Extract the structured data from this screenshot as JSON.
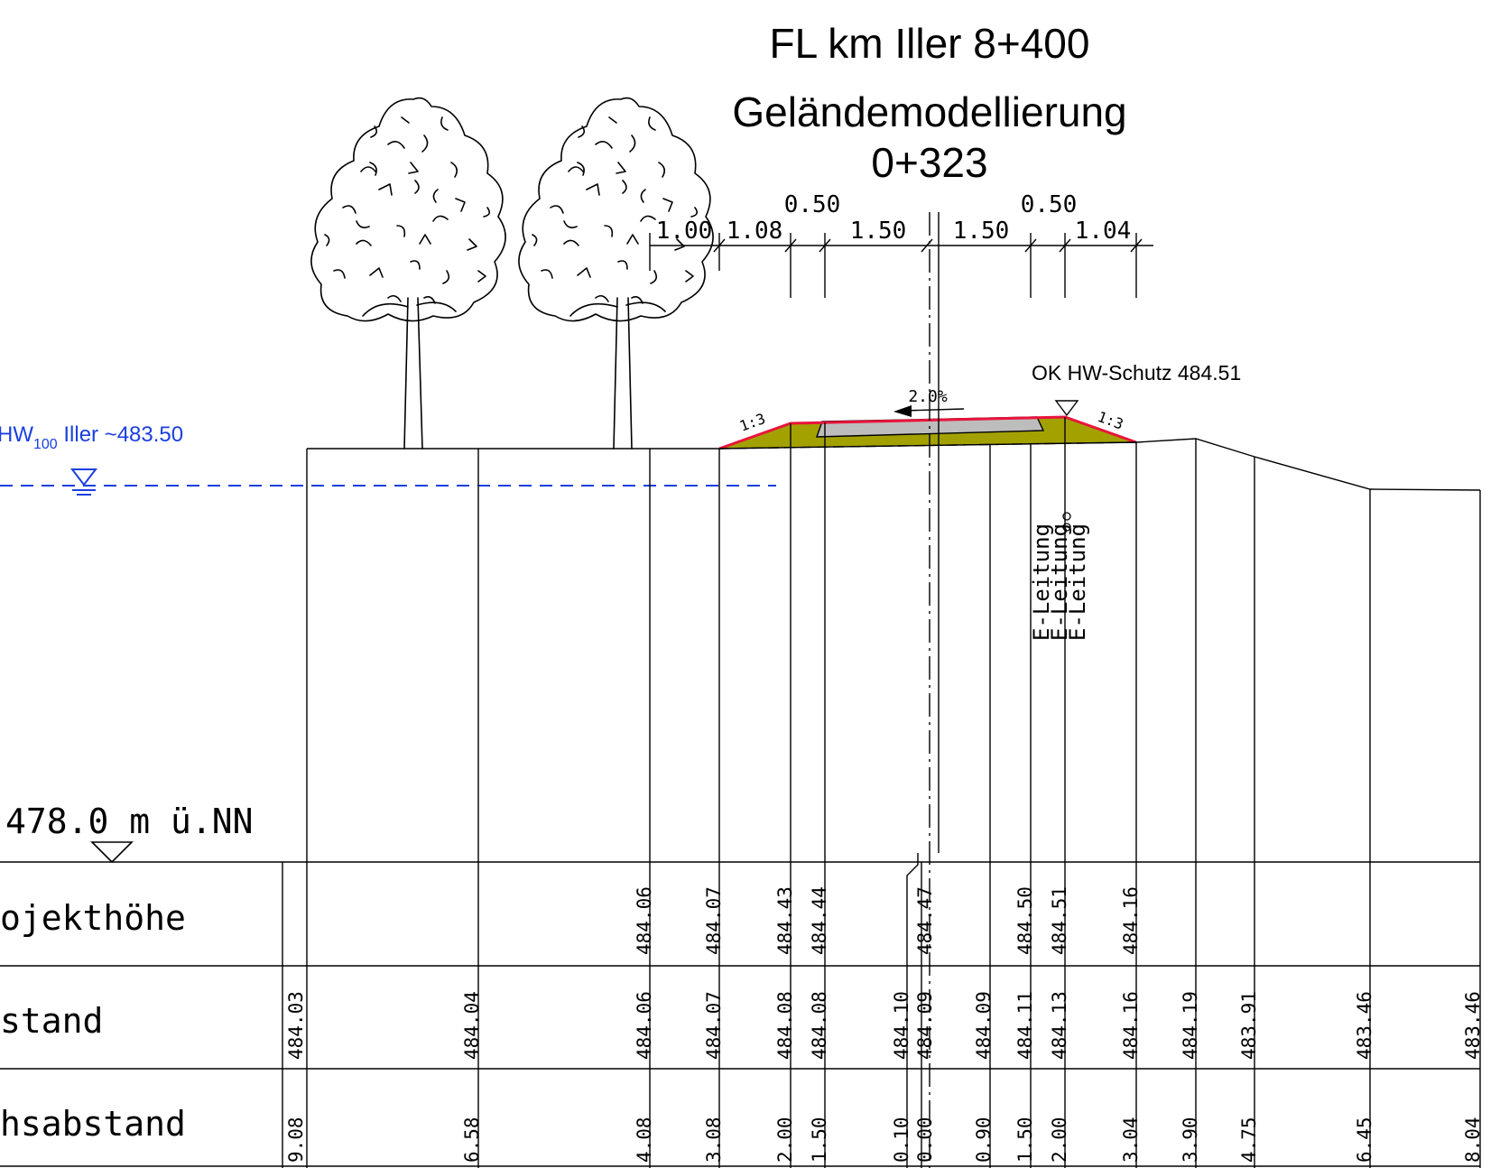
{
  "title": {
    "line1": "FL km Iller 8+400",
    "line2": "Geländemodellierung",
    "line3": "0+323"
  },
  "dimensions_top": {
    "row1": [
      "0.50",
      "0.50"
    ],
    "row2": [
      "1.00",
      "1.08",
      "1.50",
      "1.50",
      "1.04"
    ]
  },
  "slope_left": "1:3",
  "slope_right": "1:3",
  "crossfall": "2.0%",
  "ok_label": "OK HW-Schutz 484.51",
  "hw": {
    "label_main": "HW",
    "label_sub": "100",
    "label_rest": " Iller ~483.50"
  },
  "datum_label": "478.0 m ü.NN",
  "row_labels": [
    "ojekthöhe",
    "stand",
    "hsabstand"
  ],
  "utility_labels": [
    "E-Leitung",
    "E-Leitung",
    "E-Leitung"
  ],
  "projekthoehe_values": [
    "484.06",
    "484.07",
    "484.43",
    "484.44",
    "484.47",
    "484.50",
    "484.51",
    "484.16"
  ],
  "bestand_values": [
    "484.03",
    "484.04",
    "484.06",
    "484.07",
    "484.08",
    "484.08",
    "484.10",
    "484.09",
    "484.09",
    "484.11",
    "484.13",
    "484.16",
    "484.19",
    "483.91",
    "483.46",
    "483.46"
  ],
  "achsabstand_values": [
    "9.08",
    "6.58",
    "4.08",
    "3.08",
    "2.00",
    "1.50",
    "0.10",
    "0.00",
    "0.90",
    "1.50",
    "2.00",
    "3.04",
    "3.90",
    "4.75",
    "6.45",
    "8.04"
  ],
  "colors": {
    "fill": "#a3a100",
    "edge": "#e8143c",
    "water": "#1a3fe0",
    "inner": "#bdbdbd"
  }
}
